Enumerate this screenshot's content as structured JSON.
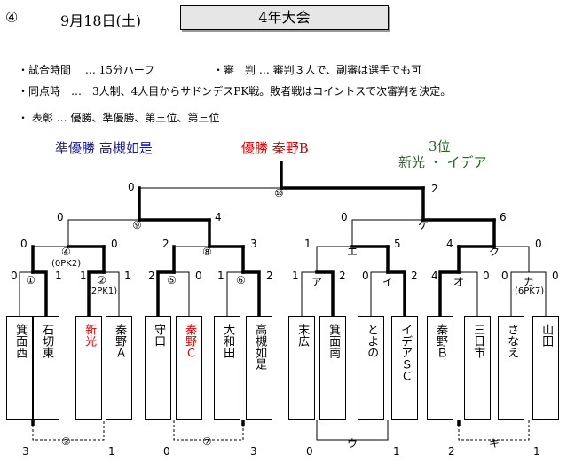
{
  "header": {
    "number": "④",
    "date": "9月18日(土)",
    "title": "4年大会"
  },
  "rules": {
    "time": "・試合時間　 … 15分ハーフ",
    "referee": "・審　判 … 審判３人で、副審は選手でも可",
    "tie": "・同点時　…　3人制、4人目からサドンデスPK戦。敗者戦はコイントスで次審判を決定。",
    "award": "・ 表彰 … 優勝、準優勝、第三位、第三位"
  },
  "results": {
    "runner_up": "準優勝 高槻如是",
    "champion": "優勝 秦野B",
    "third_heading": "3位",
    "third": "新光 ・ イデア"
  },
  "teams": [
    "箕面西",
    "石切東",
    "新光",
    "秦野Ａ",
    "守口",
    "秦野Ｃ",
    "大和田",
    "高槻如是",
    "末広",
    "箕面南",
    "とよの",
    "イデアＳＣ",
    "秦野Ｂ",
    "三日市",
    "さなえ",
    "山田"
  ],
  "match_marks": {
    "m1": "①",
    "m2": "②",
    "m3": "③",
    "m4": "④",
    "m5": "⑤",
    "m6": "⑥",
    "m7": "⑦",
    "m8": "⑧",
    "m9": "⑨",
    "m10": "⑩",
    "a": "ア",
    "i": "イ",
    "u": "ウ",
    "e": "エ",
    "o": "オ",
    "ka": "カ",
    "ki": "キ",
    "ku": "ク",
    "ke": "ケ"
  },
  "pk_notes": {
    "m4": "(0PK2)",
    "m2": "(2PK1)",
    "ka": "(6PK7)"
  },
  "scores": {
    "m1": [
      "0",
      "1"
    ],
    "m2": [
      "1",
      "1"
    ],
    "m5": [
      "2",
      "0"
    ],
    "m6": [
      "1",
      "2"
    ],
    "a": [
      "1",
      "2"
    ],
    "i": [
      "0",
      "2"
    ],
    "o": [
      "4",
      "0"
    ],
    "ka": [
      "0",
      "0"
    ],
    "m4": [
      "0",
      "0"
    ],
    "m8": [
      "2",
      "3"
    ],
    "e": [
      "1",
      "5"
    ],
    "ku": [
      "4",
      "0"
    ],
    "m9": [
      "0",
      "4"
    ],
    "ke": [
      "0",
      "6"
    ],
    "m10": [
      "0",
      "2"
    ],
    "m3": [
      "3",
      "1"
    ],
    "m7": [
      "0",
      "3"
    ],
    "u": [
      "0",
      "1"
    ],
    "ki": [
      "2",
      "1"
    ]
  }
}
